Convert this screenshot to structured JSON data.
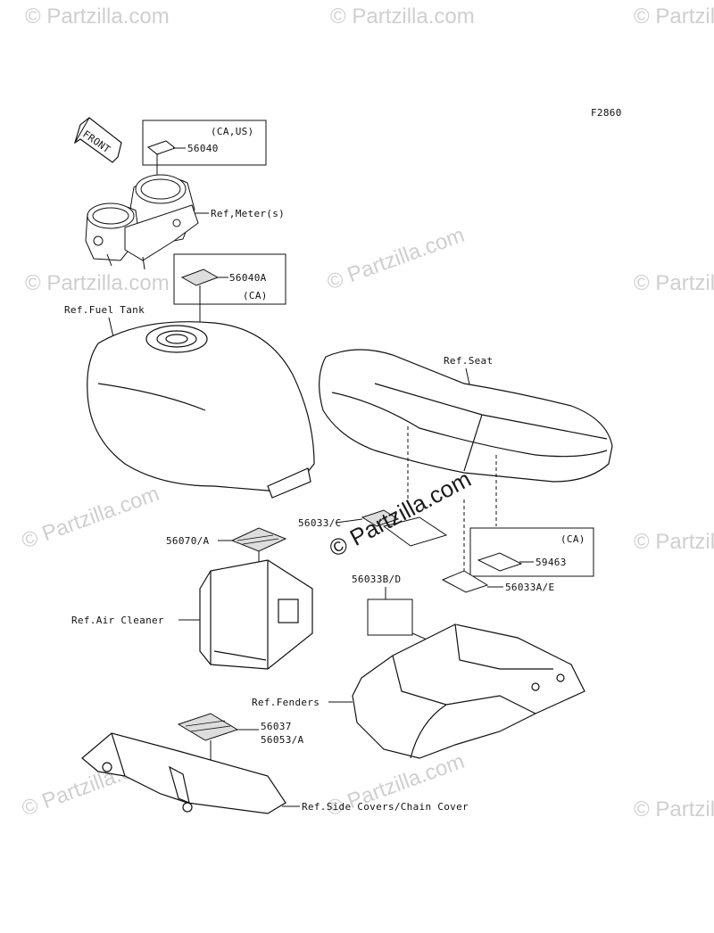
{
  "figure_code": "F2860",
  "watermark": {
    "text": "© Partzilla.com",
    "center_text": "© Partzilla.com"
  },
  "labels": {
    "front": "FRONT",
    "region_ca_us": "(CA,US)",
    "part_56040": "56040",
    "ref_meters": "Ref,Meter(s)",
    "part_56040a": "56040A",
    "region_ca_1": "(CA)",
    "ref_fuel_tank": "Ref.Fuel Tank",
    "ref_seat": "Ref.Seat",
    "part_56033c": "56033/C",
    "region_ca_2": "(CA)",
    "part_59463": "59463",
    "part_56070a": "56070/A",
    "part_56033bd": "56033B/D",
    "part_56033ae": "56033A/E",
    "ref_air_cleaner": "Ref.Air Cleaner",
    "ref_fenders": "Ref.Fenders",
    "part_56037": "56037",
    "part_56053a": "56053/A",
    "ref_side_covers": "Ref.Side Covers/Chain Cover"
  }
}
